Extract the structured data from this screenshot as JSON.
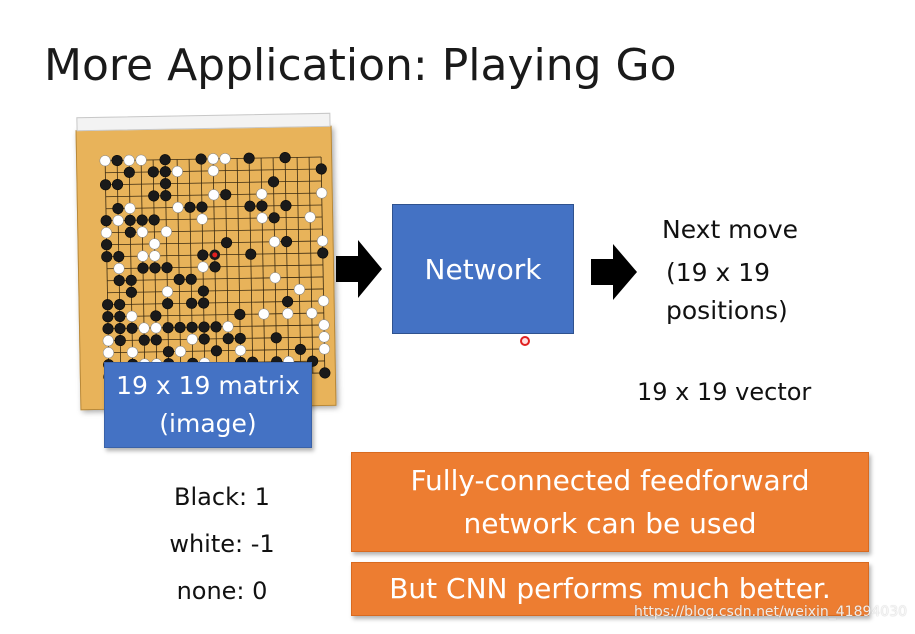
{
  "slide": {
    "title": "More Application: Playing Go",
    "input_label_line1": "19 x 19 matrix",
    "input_label_line2": "(image)",
    "network_label": "Network",
    "next_move": "Next move",
    "positions_line1": "(19 x 19",
    "positions_line2": "positions)",
    "vector_label": "19 x 19 vector",
    "encoding": [
      "Black: 1",
      "white: -1",
      "none: 0"
    ],
    "fc_line1": "Fully-connected feedforward",
    "fc_line2": "network can be used",
    "cnn_note": "But CNN performs much better.",
    "watermark": "https://blog.csdn.net/weixin_41894030"
  },
  "colors": {
    "blue_box": "#4472c4",
    "orange_box": "#ed7d31",
    "board": "#e8b35a"
  },
  "icons": {
    "arrow": "right-arrow-icon",
    "board": "go-board-icon"
  }
}
